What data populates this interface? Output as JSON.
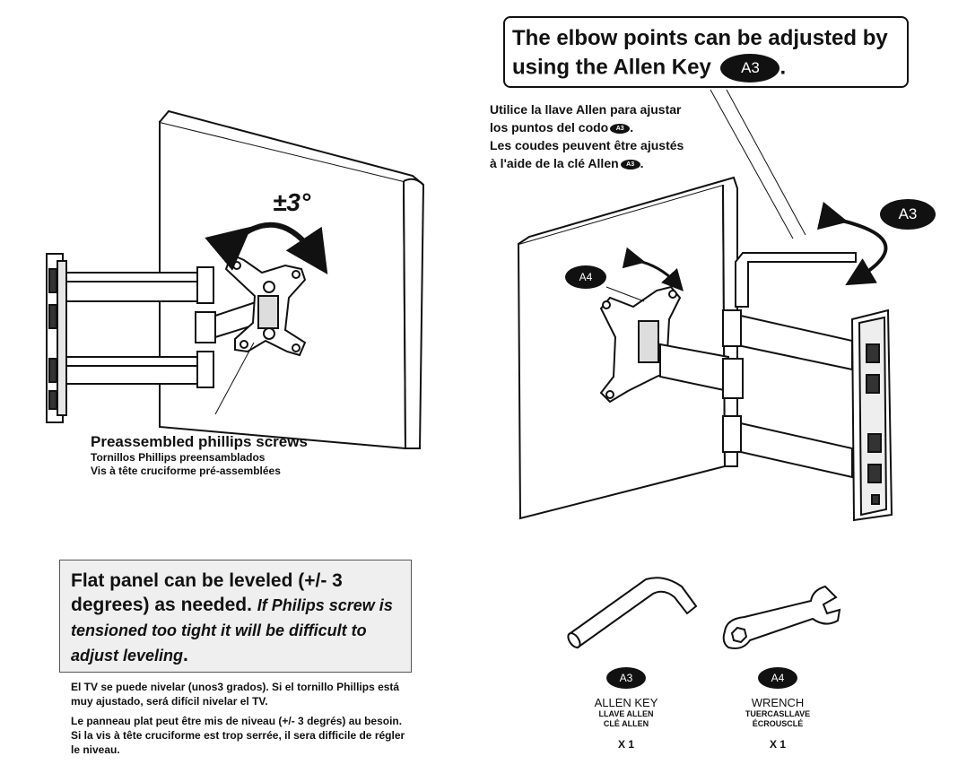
{
  "callout": {
    "line1": "The elbow points can be adjusted by",
    "line2": "using the Allen Key",
    "badge": "A3",
    "end": "."
  },
  "multilingual": {
    "es1": "Utilice la llave Allen para ajustar",
    "es2": "los puntos del codo",
    "fr1": "Les coudes peuvent être ajustés",
    "fr2": "à l'aide de la clé Allen",
    "badge": "A3",
    "end": "."
  },
  "tilt_label": "±3°",
  "badges": {
    "a3_rotation": "A3",
    "a4_plate": "A4"
  },
  "preassembled": {
    "en": "Preassembled phillips screws",
    "es": "Tornillos Phillips preensamblados",
    "fr": "Vis à tête cruciforme pré-assemblées"
  },
  "note": {
    "main": "Flat panel can be leveled (+/- 3 degrees) as needed.",
    "italic": "If Philips screw is tensioned too tight it will be difficult to adjust leveling",
    "end": "."
  },
  "es_note": "El TV se puede nivelar (unos3 grados). Si el tornillo Phillips está muy ajustado, será difícil nivelar el TV.",
  "fr_note": "Le panneau plat peut être mis de niveau (+/- 3 degrés) au besoin. Si la vis à tête cruciforme est trop serrée, il sera difficile de régler le niveau.",
  "tools": [
    {
      "badge": "A3",
      "name": "ALLEN KEY",
      "sub1": "LLAVE ALLEN",
      "sub2": "CLÉ ALLEN",
      "qty": "X 1"
    },
    {
      "badge": "A4",
      "name": "WRENCH",
      "sub1": "TUERCASLLAVE",
      "sub2": "ÉCROUSCLÉ",
      "qty": "X 1"
    }
  ]
}
